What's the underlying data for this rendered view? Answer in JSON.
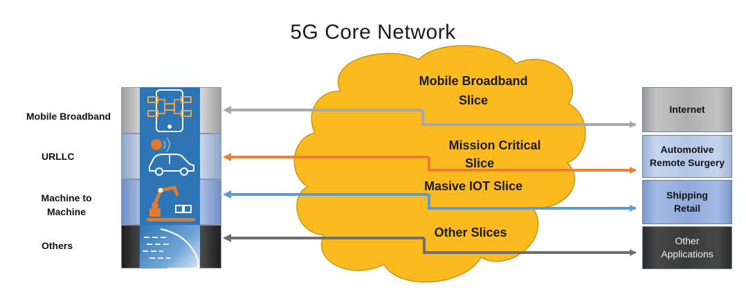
{
  "title": "5G  Core Network",
  "use_cases": [
    {
      "label": "Mobile Broadband",
      "icon": "smartphone-network-icon"
    },
    {
      "label": "URLLC",
      "icon": "connected-car-icon"
    },
    {
      "label": "Machine to Machine",
      "icon": "robot-arm-icon"
    },
    {
      "label": "Others",
      "icon": "speed-lines-icon"
    }
  ],
  "slices": [
    {
      "line1": "Mobile Broadband",
      "line2": "Slice"
    },
    {
      "line1": "Mission Critical",
      "line2": "Slice"
    },
    {
      "line1": "Masive IOT Slice"
    },
    {
      "line1": "Other Slices"
    }
  ],
  "applications": [
    {
      "line1": "Internet"
    },
    {
      "line1": "Automotive",
      "line2": "Remote Surgery"
    },
    {
      "line1": "Shipping",
      "line2": "Retail"
    },
    {
      "line1": "Other",
      "line2": "Applications"
    }
  ],
  "colors": {
    "cloud": "#FBBA1E",
    "cloud_outline": "#C99514",
    "arrow_mbb": "#A8A8A8",
    "arrow_urllc": "#ED7D31",
    "arrow_m2m": "#5B9BD5",
    "arrow_others": "#6E6E6E",
    "box_internet": "#AFAFAF",
    "box_automotive": "#B4C7E7",
    "box_shipping": "#8FAADC",
    "box_other": "#3A3A3A",
    "icon_panel": "#2E75B6"
  }
}
